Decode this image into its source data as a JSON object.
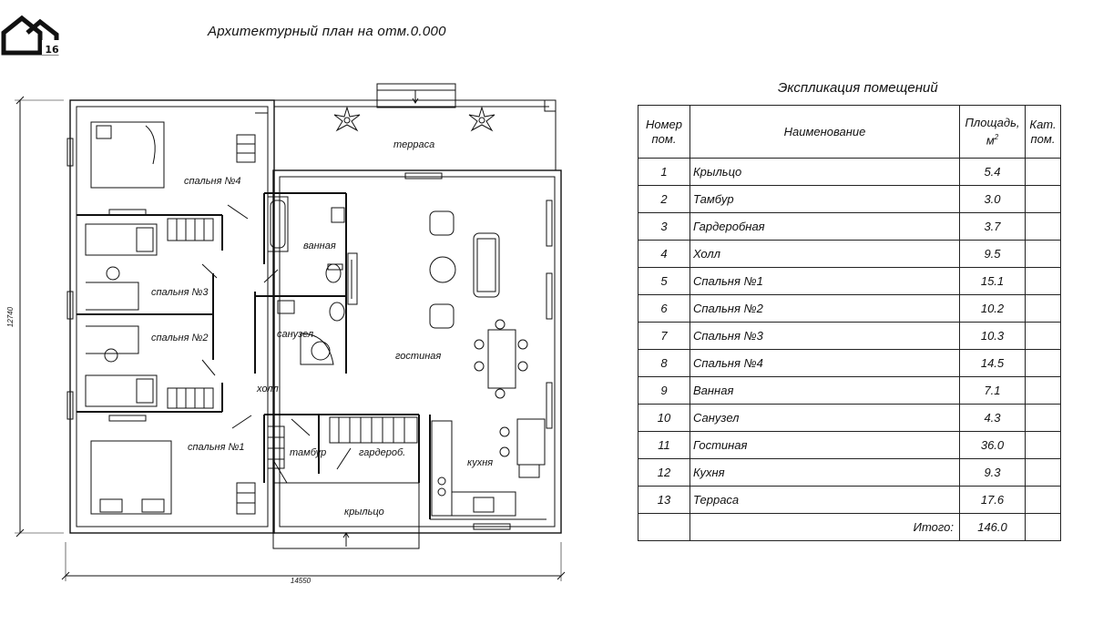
{
  "logo": {
    "number": "16"
  },
  "plan": {
    "title": "Архитектурный план на отм.0.000",
    "dim_width": "14550",
    "dim_height": "12740",
    "rooms": {
      "bedroom4": "спальня №4",
      "bedroom3": "спальня №3",
      "bedroom2": "спальня №2",
      "bedroom1": "спальня №1",
      "bath": "ванная",
      "wc": "санузел",
      "hall": "холл",
      "living": "гостиная",
      "vestibule": "тамбур",
      "wardrobe": "гардероб.",
      "kitchen": "кухня",
      "porch": "крыльцо",
      "terrace": "терраса"
    }
  },
  "explication": {
    "title": "Экспликация помещений",
    "headers": {
      "num": "Номер пом.",
      "name": "Наименование",
      "area": "Площадь,",
      "area_unit": "м",
      "cat": "Кат. пом."
    },
    "rows": [
      {
        "num": "1",
        "name": "Крыльцо",
        "area": "5.4"
      },
      {
        "num": "2",
        "name": "Тамбур",
        "area": "3.0"
      },
      {
        "num": "3",
        "name": "Гардеробная",
        "area": "3.7"
      },
      {
        "num": "4",
        "name": "Холл",
        "area": "9.5"
      },
      {
        "num": "5",
        "name": "Спальня №1",
        "area": "15.1"
      },
      {
        "num": "6",
        "name": "Спальня №2",
        "area": "10.2"
      },
      {
        "num": "7",
        "name": "Спальня №3",
        "area": "10.3"
      },
      {
        "num": "8",
        "name": "Спальня №4",
        "area": "14.5"
      },
      {
        "num": "9",
        "name": "Ванная",
        "area": "7.1"
      },
      {
        "num": "10",
        "name": "Санузел",
        "area": "4.3"
      },
      {
        "num": "11",
        "name": "Гостиная",
        "area": "36.0"
      },
      {
        "num": "12",
        "name": "Кухня",
        "area": "9.3"
      },
      {
        "num": "13",
        "name": "Терраса",
        "area": "17.6"
      }
    ],
    "total_label": "Итого:",
    "total_value": "146.0"
  }
}
